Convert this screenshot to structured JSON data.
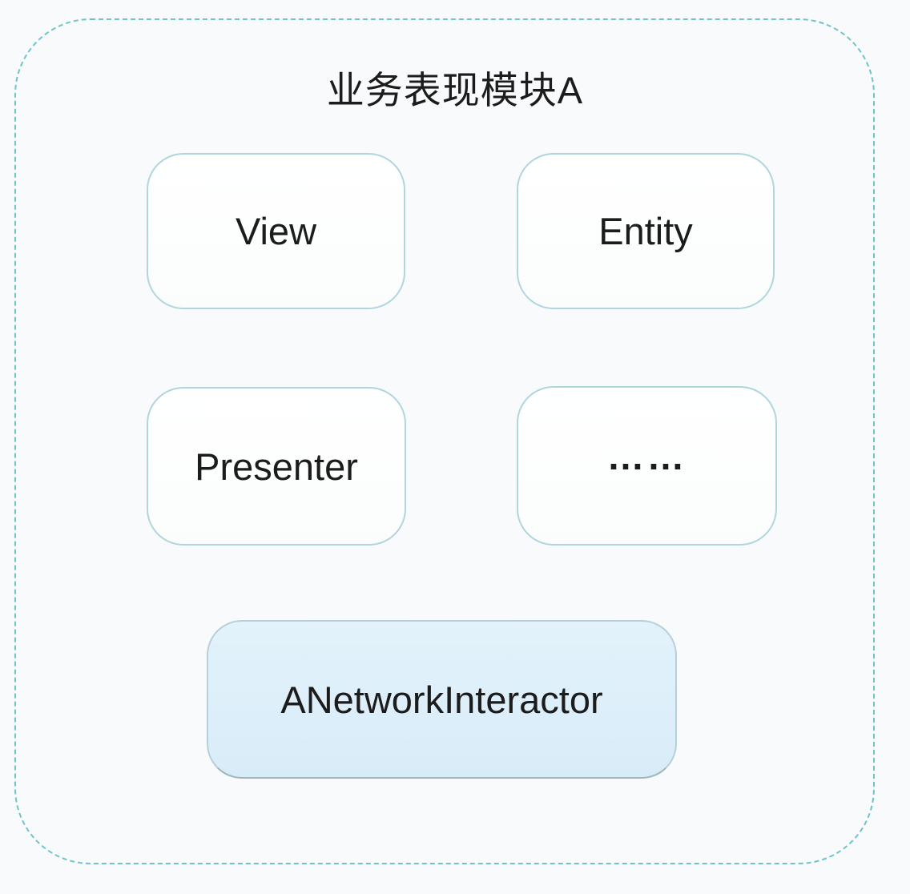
{
  "diagram": {
    "title": "业务表现模块A",
    "boxes": {
      "view": {
        "label": "View"
      },
      "entity": {
        "label": "Entity"
      },
      "presenter": {
        "label": "Presenter"
      },
      "ellipsis": {
        "label": "……"
      },
      "interactor": {
        "label": "ANetworkInteractor"
      }
    },
    "colors": {
      "background": "#f9fafb",
      "outer_dashed_border": "#6fc4cc",
      "box_border": "#b0d5dc",
      "box_fill": "#fdfefe",
      "highlight_box_fill": "#dceefa",
      "highlight_box_border": "#a9c3cd",
      "text": "#1c1c1c"
    }
  }
}
